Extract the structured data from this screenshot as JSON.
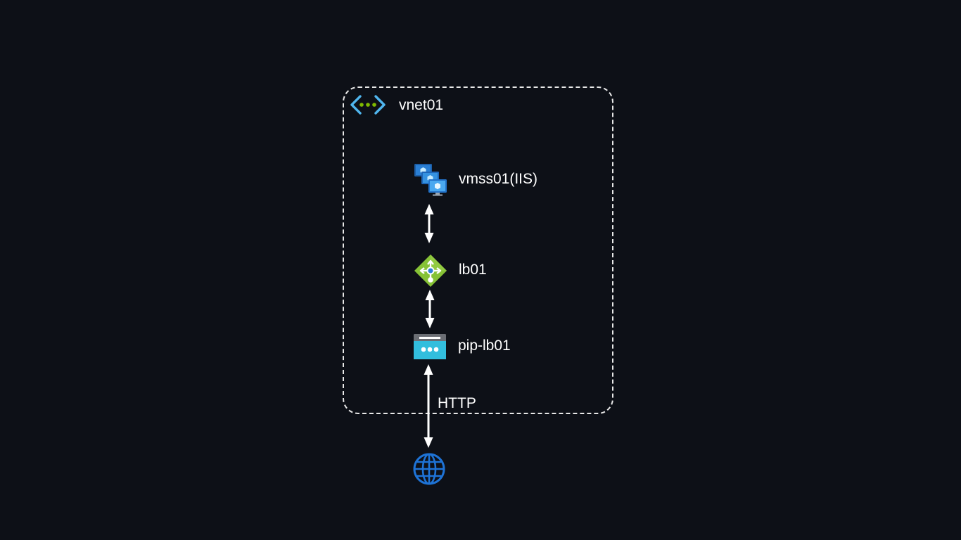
{
  "vnet": {
    "label": "vnet01",
    "icon": "virtual-network-icon"
  },
  "nodes": {
    "vmss": {
      "label": "vmss01(IIS)",
      "icon": "vm-scale-set-icon"
    },
    "lb": {
      "label": "lb01",
      "icon": "load-balancer-icon"
    },
    "pip": {
      "label": "pip-lb01",
      "icon": "public-ip-icon"
    },
    "internet": {
      "icon": "globe-icon"
    }
  },
  "connections": [
    {
      "from": "vmss01(IIS)",
      "to": "lb01",
      "direction": "bidirectional"
    },
    {
      "from": "lb01",
      "to": "pip-lb01",
      "direction": "bidirectional"
    },
    {
      "from": "pip-lb01",
      "to": "internet",
      "direction": "bidirectional",
      "label": "HTTP"
    }
  ],
  "colors": {
    "background": "#0d1017",
    "border": "#e8e8e8",
    "text": "#ffffff",
    "vnet_bracket": "#50b6ee",
    "vnet_dots": "#7fba00",
    "lb_green": "#86c236",
    "pip_blue": "#32bedd",
    "globe_blue": "#1e73d6"
  }
}
